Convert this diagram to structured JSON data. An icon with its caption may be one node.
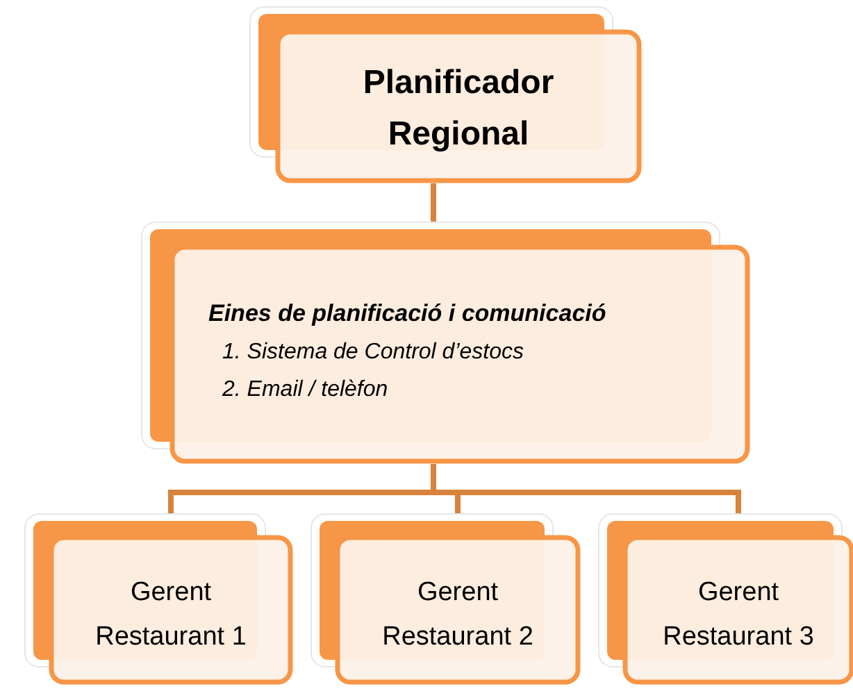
{
  "diagram": {
    "nodes": [
      {
        "text": [
          "Planificador Regional"
        ]
      },
      {
        "text": [
          "Eines de planificació i comunicació",
          "1. Sistema de Control d’estocs",
          "2. Email / telèfon"
        ]
      },
      {
        "text": [
          "Gerent Restaurant 1"
        ]
      },
      {
        "text": [
          "Gerent Restaurant 2"
        ]
      },
      {
        "text": [
          "Gerent Restaurant 3"
        ]
      }
    ],
    "edges": [
      {
        "from": 0,
        "to": 1,
        "arrow": "none"
      },
      {
        "from": 1,
        "to": 2,
        "arrow": "none"
      },
      {
        "from": 1,
        "to": 3,
        "arrow": "none"
      },
      {
        "from": 1,
        "to": 4,
        "arrow": "none"
      }
    ]
  }
}
